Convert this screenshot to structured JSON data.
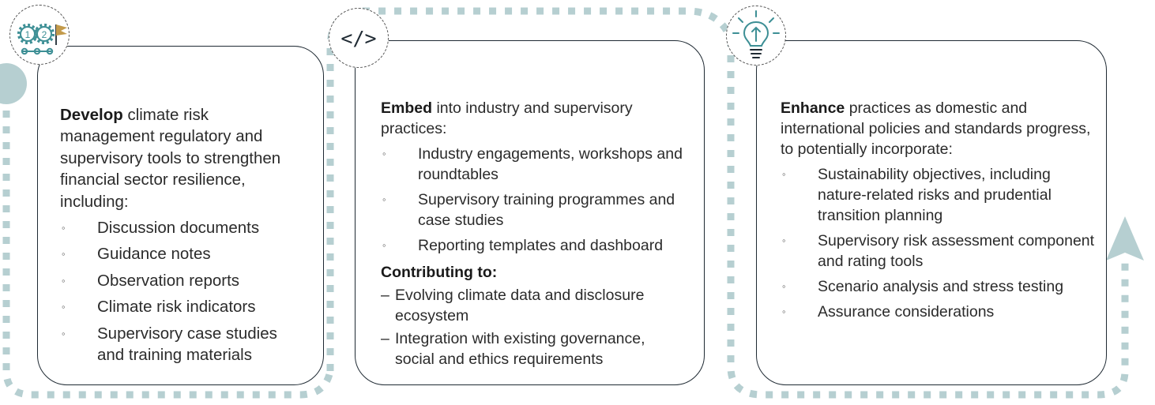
{
  "colors": {
    "path": "#b6cfd1",
    "border": "#1f2a33",
    "icon_teal": "#3d8f95",
    "icon_gold": "#c39a4a"
  },
  "icons": {
    "develop": "gears-and-flag-icon",
    "embed": "code-brackets-icon",
    "enhance": "lightbulb-icon"
  },
  "cards": [
    {
      "title": "Develop",
      "intro": "climate risk management regulatory and supervisory tools to strengthen financial sector resilience, including:",
      "bullets": [
        "Discussion documents",
        "Guidance notes",
        "Observation reports",
        "Climate risk indicators",
        "Supervisory case studies and training materials"
      ]
    },
    {
      "title": "Embed",
      "intro": "into industry and supervisory practices:",
      "bullets": [
        "Industry engagements, workshops and roundtables",
        "Supervisory training programmes and case studies",
        "Reporting templates and dashboard"
      ],
      "contributing_heading": "Contributing to:",
      "contributing": [
        "Evolving climate data and disclosure ecosystem",
        "Integration with existing governance, social and ethics requirements"
      ]
    },
    {
      "title": "Enhance",
      "intro": "practices as domestic and international policies and standards progress, to potentially incorporate:",
      "bullets": [
        "Sustainability objectives, including nature-related risks and prudential transition planning",
        "Supervisory risk assessment component and rating tools",
        "Scenario analysis and stress testing",
        "Assurance considerations"
      ]
    }
  ],
  "bullet_symbol": "◦",
  "dash_symbol": "–"
}
